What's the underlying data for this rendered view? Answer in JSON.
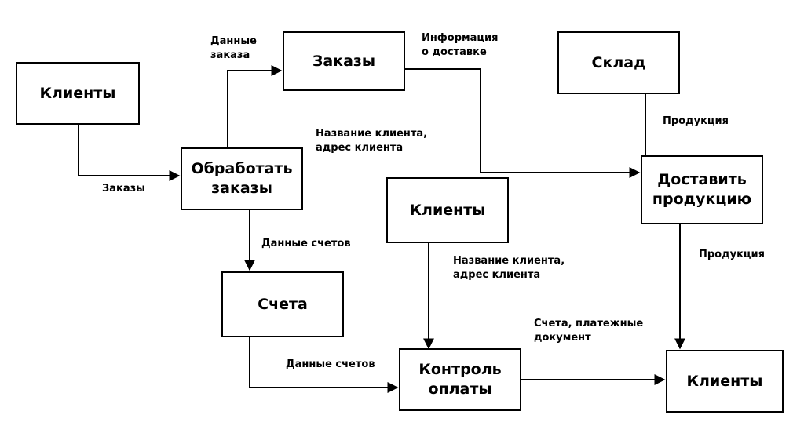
{
  "nodes": {
    "clients_1": "Клиенты",
    "process_orders": "Обработать\nзаказы",
    "orders": "Заказы",
    "invoices": "Счета",
    "warehouse": "Склад",
    "deliver_products": "Доставить\nпродукцию",
    "clients_2": "Клиенты",
    "payment_control": "Контроль\nоплаты",
    "clients_3": "Клиенты"
  },
  "flows": {
    "clients_to_process": "Заказы",
    "process_to_orders": "Данные\nзаказа",
    "orders_to_deliver": "Информация\nо доставке",
    "client_name_address_1": "Название клиента,\nадрес клиента",
    "process_to_invoices": "Данные счетов",
    "warehouse_to_deliver": "Продукция",
    "client_name_address_2": "Название клиента,\nадрес клиента",
    "deliver_to_clients": "Продукция",
    "invoices_to_payment": "Данные счетов",
    "payment_to_clients": "Счета, платежные\nдокумент"
  }
}
